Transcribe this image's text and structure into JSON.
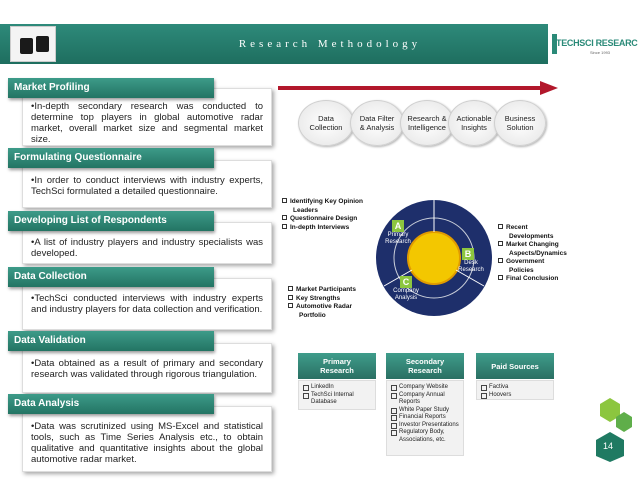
{
  "header": {
    "title": "Research Methodology",
    "logo_text": "TECHSCI RESEARCH",
    "logo_tagline": "Since 1993"
  },
  "sections": [
    {
      "title": "Market Profiling",
      "text": "•In-depth secondary research was conducted to determine top players in global automotive radar market, overall market size and segmental market size."
    },
    {
      "title": "Formulating Questionnaire",
      "text": "•In order to conduct interviews with industry experts, TechSci formulated a detailed questionnaire."
    },
    {
      "title": "Developing List of Respondents",
      "text": "•A list of industry players and industry specialists was developed."
    },
    {
      "title": "Data Collection",
      "text": "•TechSci conducted interviews with industry experts and industry players for data collection and verification."
    },
    {
      "title": "Data Validation",
      "text": "•Data obtained as a result of primary and secondary research was validated through rigorous triangulation."
    },
    {
      "title": "Data Analysis",
      "text": "•Data was scrutinized using MS-Excel and statistical tools, such as Time Series Analysis etc., to obtain qualitative and quantitative insights about the global automotive radar market."
    }
  ],
  "process_steps": [
    {
      "line1": "Data",
      "line2": "Collection"
    },
    {
      "line1": "Data Filter",
      "line2": "& Analysis"
    },
    {
      "line1": "Research &",
      "line2": "Intelligence"
    },
    {
      "line1": "Actionable",
      "line2": "Insights"
    },
    {
      "line1": "Business",
      "line2": "Solution"
    }
  ],
  "diagram": {
    "a": {
      "letter": "A",
      "line1": "Primary",
      "line2": "Research"
    },
    "b": {
      "letter": "B",
      "line1": "Desk",
      "line2": "Research"
    },
    "c": {
      "letter": "C",
      "line1": "Company",
      "line2": "Analysis"
    }
  },
  "primary_points": [
    "Identifying Key Opinion",
    "Leaders",
    "Questionnaire Design",
    "In-depth Interviews"
  ],
  "desk_points": [
    "Recent",
    "Developments",
    "Market Changing",
    "Aspects/Dynamics",
    "Government",
    "Policies",
    "Final Conclusion"
  ],
  "company_points": [
    "Market Participants",
    "Key Strengths",
    "Automotive Radar",
    "Portfolio"
  ],
  "sources": {
    "primary": {
      "line1": "Primary",
      "line2": "Research",
      "items": [
        "LinkedIn",
        "TechSci Internal Database"
      ]
    },
    "secondary": {
      "line1": "Secondary",
      "line2": "Research",
      "items": [
        "Company Website",
        "Company Annual Reports",
        "White Paper Study",
        "Financial Reports",
        "Investor Presentations",
        "Regulatory Body, Associations, etc."
      ]
    },
    "paid": {
      "line1": "Paid Sources",
      "items": [
        "Factiva",
        "Hoovers"
      ]
    }
  },
  "page_number": "14",
  "colors": {
    "teal": "#237463",
    "header_teal": "#2e8a7a",
    "arrow_red": "#b2172b",
    "ring_navy": "#1e2f6b",
    "core_yellow": "#f3c700",
    "green_hex": "#8cc63f"
  }
}
